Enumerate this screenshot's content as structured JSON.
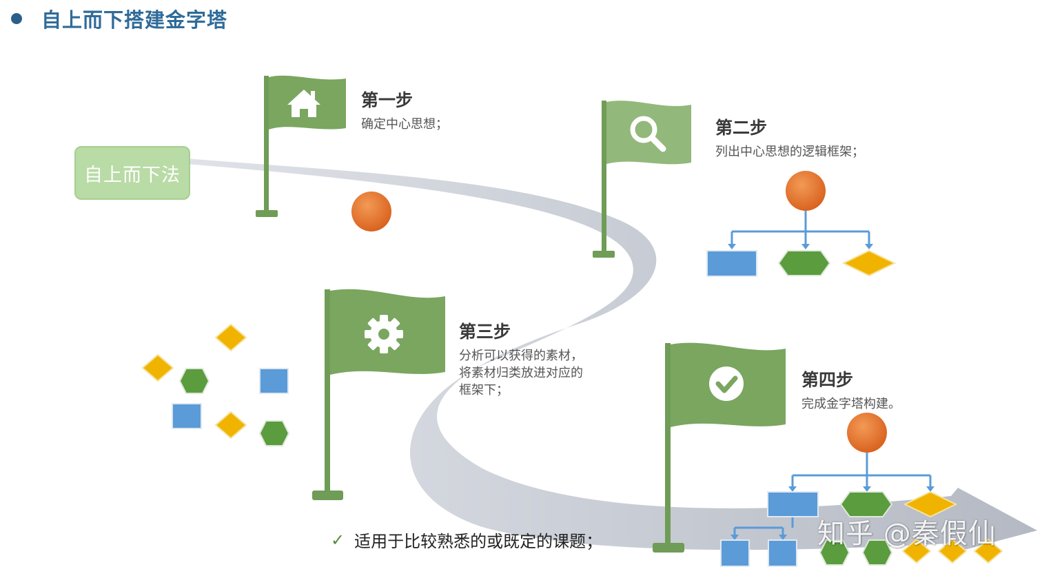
{
  "title": "自上而下搭建金字塔",
  "method_label": "自上而下法",
  "steps": [
    {
      "title": "第一步",
      "desc": "确定中心思想；"
    },
    {
      "title": "第二步",
      "desc": "列出中心思想的逻辑框架；"
    },
    {
      "title": "第三步",
      "desc": "分析可以获得的素材，\n将素材归类放进对应的\n框架下；"
    },
    {
      "title": "第四步",
      "desc": "完成金字塔构建。"
    }
  ],
  "note": "适用于比较熟悉的或既定的课题；",
  "watermark": "知乎 @秦假仙",
  "icons": [
    "home-icon",
    "search-icon",
    "gear-icon",
    "check-icon"
  ],
  "colors": {
    "flag": "#7aa660",
    "pole": "#6f9c56",
    "road": "#c4c8d0",
    "orange": "#e5742f",
    "blue": "#5a9bd8",
    "green_hex": "#5a9c3e",
    "yellow": "#f0b400",
    "title": "#2f6b99"
  }
}
